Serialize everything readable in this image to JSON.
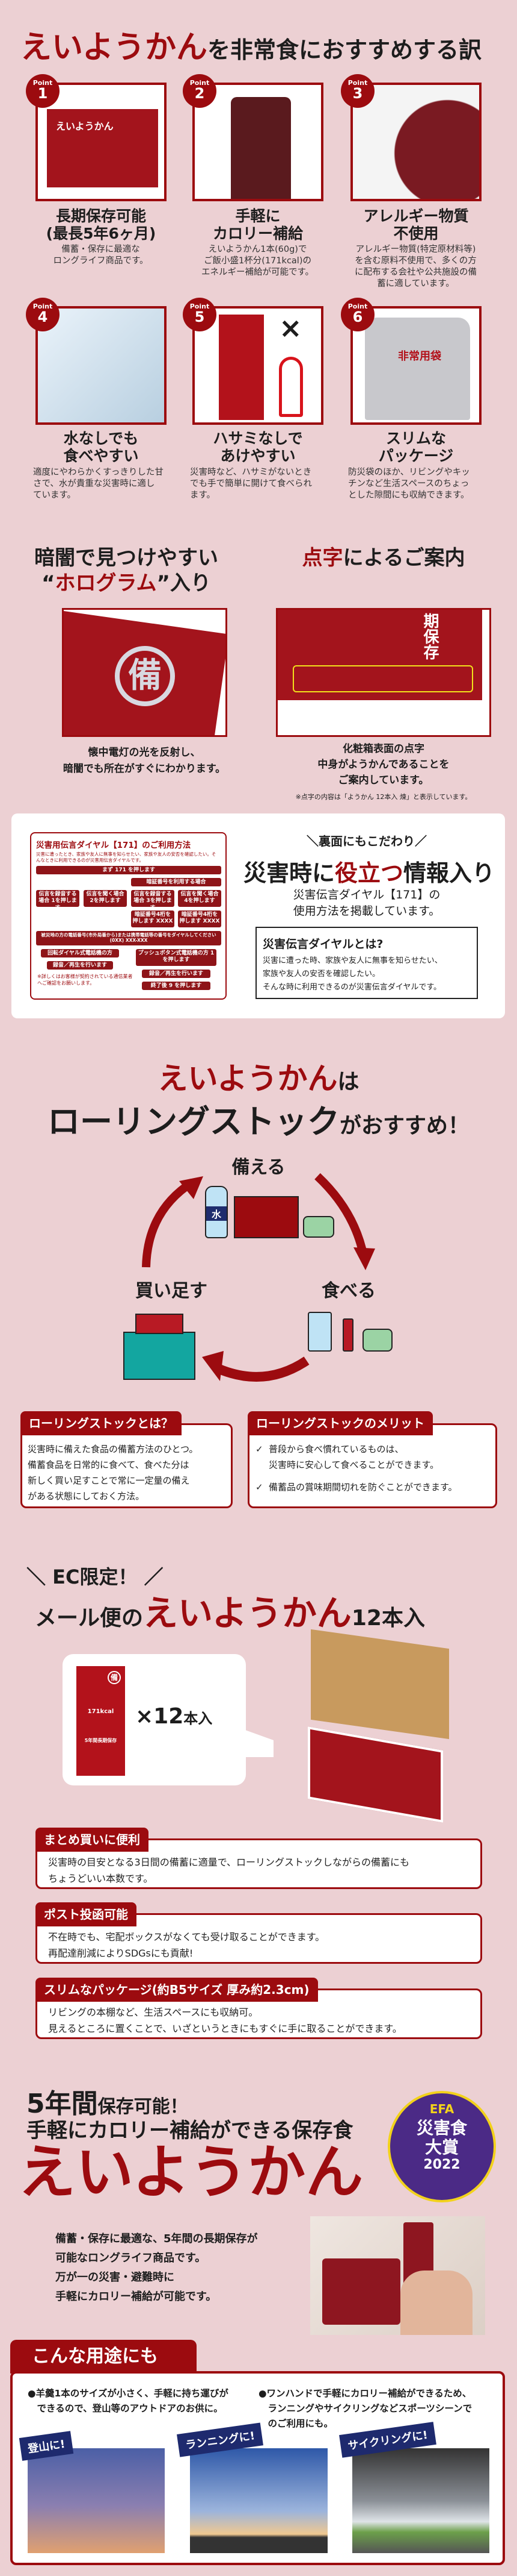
{
  "colors": {
    "background": "#ecd0d3",
    "brand_red": "#9c0b0f",
    "navy": "#1e2a6e",
    "badge_purple": "#4b2a86",
    "badge_gold": "#f2d21b"
  },
  "reasons": {
    "title_brand": "えいようかん",
    "title_rest": "を非常食におすすめする訳",
    "points": [
      {
        "badge": "Point",
        "num": "1",
        "title": "長期保存可能\n(最長5年6ヶ月)",
        "desc": "備蓄・保存に最適な\nロングライフ商品です。"
      },
      {
        "badge": "Point",
        "num": "2",
        "title": "手軽に\nカロリー補給",
        "desc": "えいようかん1本(60g)で\nご飯小盛1杯分(171kcal)の\nエネルギー補給が可能です。"
      },
      {
        "badge": "Point",
        "num": "3",
        "title": "アレルギー物質\n不使用",
        "desc": "アレルギー物質(特定原材料等)\nを含む原料不使用で、多くの方\nに配布する会社や公共施設の備\n蓄に適しています。"
      },
      {
        "badge": "Point",
        "num": "4",
        "title": "水なしでも\n食べやすい",
        "desc": "適度にやわらかくすっきりした甘\nさで、水が貴重な災害時に適し\nています。"
      },
      {
        "badge": "Point",
        "num": "5",
        "title": "ハサミなしで\nあけやすい",
        "desc": "災害時など、ハサミがないとき\nでも手で簡単に開けて食べられ\nます。"
      },
      {
        "badge": "Point",
        "num": "6",
        "title": "スリムな\nパッケージ",
        "desc": "防災袋のほか、リビングやキッ\nチンなど生活スペースのちょっ\nとした隙間にも収納できます。"
      }
    ],
    "point5_cross": "×",
    "point6_bag_label": "非常用袋",
    "box_brand": "えいようかん",
    "box_mark": "備",
    "stick_kcal": "171kcal",
    "stick_storage": "5年間長期保存"
  },
  "features": {
    "hologram": {
      "line1": "暗闇で見つけやすい",
      "quote_open": "“",
      "highlight": "ホログラム",
      "quote_close": "”",
      "suffix": "入り",
      "mark": "備",
      "caption": "懐中電灯の光を反射し、\n暗闇でも所在がすぐにわかります。"
    },
    "braille": {
      "highlight": "点字",
      "rest": "によるご案内",
      "box_text": "期保存",
      "caption": "化粧箱表面の点字\n中身がようかんであることを\nご案内しています。",
      "note": "※点字の内容は「ようかん 12本入 煉」と表示しています。"
    }
  },
  "dial": {
    "title": "災害用伝言ダイヤル【171】のご利用方法",
    "intro": "災害に遭ったとき、家族や友人に無事を知らせたい、家族や友人の安否を確認したい。そんなときに利用できるのが災害用伝言ダイヤルです。",
    "step_first": "まず 171 を押します",
    "pin_case": "暗証番号を利用する場合",
    "options": [
      "伝言を録音する場合 1を押します",
      "伝言を聞く場合 2を押します",
      "伝言を録音する場合 3を押します",
      "伝言を聞く場合 4を押します"
    ],
    "pin_entry": [
      "暗証番号4桁を押します XXXX",
      "暗証番号4桁を押します XXXX"
    ],
    "phone": "被災地の方の電話番号(市外局番から)または携帯電話等の番号をダイヤルしてください (0XX) XXX-XXX",
    "rotary": "回転ダイヤル式電話機の方",
    "rotary_next": "録音／再生を行います",
    "push": "プッシュボタン式電話機の方 1を押します",
    "push_next": "録音／再生を行います",
    "end": "終了後 9 を押します",
    "note": "※詳しくはお客様が契約されている通信業者へご確認をお願いします。",
    "tagline": "裏面にもこだわり",
    "heading_a": "災害時に",
    "heading_b": "役立つ",
    "heading_c": "情報入り",
    "sub": "災害伝言ダイヤル【171】の\n使用方法を掲載しています。",
    "what_title": "災害伝言ダイヤルとは?",
    "what_body": "災害に遭った時、家族や友人に無事を知らせたい、\n家族や友人の安否を確認したい。\nそんな時に利用できるのが災害伝言ダイヤルです。"
  },
  "rolling": {
    "title_brand": "えいようかん",
    "title_suffix": "は",
    "title_line2": "ローリングストック",
    "title_line2_suffix": "がおすすめ！",
    "cycle": {
      "prepare": "備える",
      "eat": "食べる",
      "restock": "買い足す"
    },
    "water_label": "水",
    "what": {
      "title": "ローリングストックとは？",
      "body": "災害時に備えた食品の備蓄方法のひとつ。\n備蓄食品を日常的に食べて、食べた分は\n新しく買い足すことで常に一定量の備え\nがある状態にしておく方法。"
    },
    "merits": {
      "title": "ローリングストックのメリット",
      "check": "✓",
      "items": [
        "普段から食べ慣れているものは、\n災害時に安心して食べることができます。",
        "備蓄品の賞味期間切れを防ぐことができます。"
      ]
    }
  },
  "mail": {
    "ec": "EC限定！",
    "title_prefix": "メール便の",
    "title_brand": "えいようかん",
    "title_suffix": "12本入",
    "times": "×",
    "count": "12",
    "count_unit": "本入",
    "features": [
      {
        "title": "まとめ買いに便利",
        "body": "災害時の目安となる3日間の備蓄に適量で、ローリングストックしながらの備蓄にも\nちょうどいい本数です。"
      },
      {
        "title": "ポスト投函可能",
        "body": "不在時でも、宅配ボックスがなくても受け取ることができます。\n再配達削減によりSDGsにも貢献!"
      },
      {
        "title": "スリムなパッケージ(約B5サイズ 厚み約2.3cm)",
        "body": "リビングの本棚など、生活スペースにも収納可。\n見えるところに置くことで、いざというときにもすぐに手に取ることができます。"
      }
    ]
  },
  "hero": {
    "years": "5年間",
    "years_suffix": "保存可能！",
    "tagline": "手軽にカロリー補給ができる保存食",
    "brand": "えいようかん",
    "award": {
      "org": "EFA",
      "line1": "災害食",
      "line2": "大賞",
      "year": "2022"
    },
    "desc": "備蓄・保存に最適な、5年間の長期保存が\n可能なロングライフ商品です。\n万が一の災害・避難時に\n手軽にカロリー補給が可能です。"
  },
  "uses": {
    "title": "こんな用途にも",
    "bullets": [
      "●羊羹1本のサイズが小さく、手軽に持ち運びが\n　できるので、登山等のアウトドアのお供に。",
      "●ワンハンドで手軽にカロリー補給ができるため、\n　ランニングやサイクリングなどスポーツシーンで\n　のご利用にも。"
    ],
    "photos": [
      {
        "label": "登山に!"
      },
      {
        "label": "ランニングに!"
      },
      {
        "label": "サイクリングに!"
      }
    ]
  }
}
